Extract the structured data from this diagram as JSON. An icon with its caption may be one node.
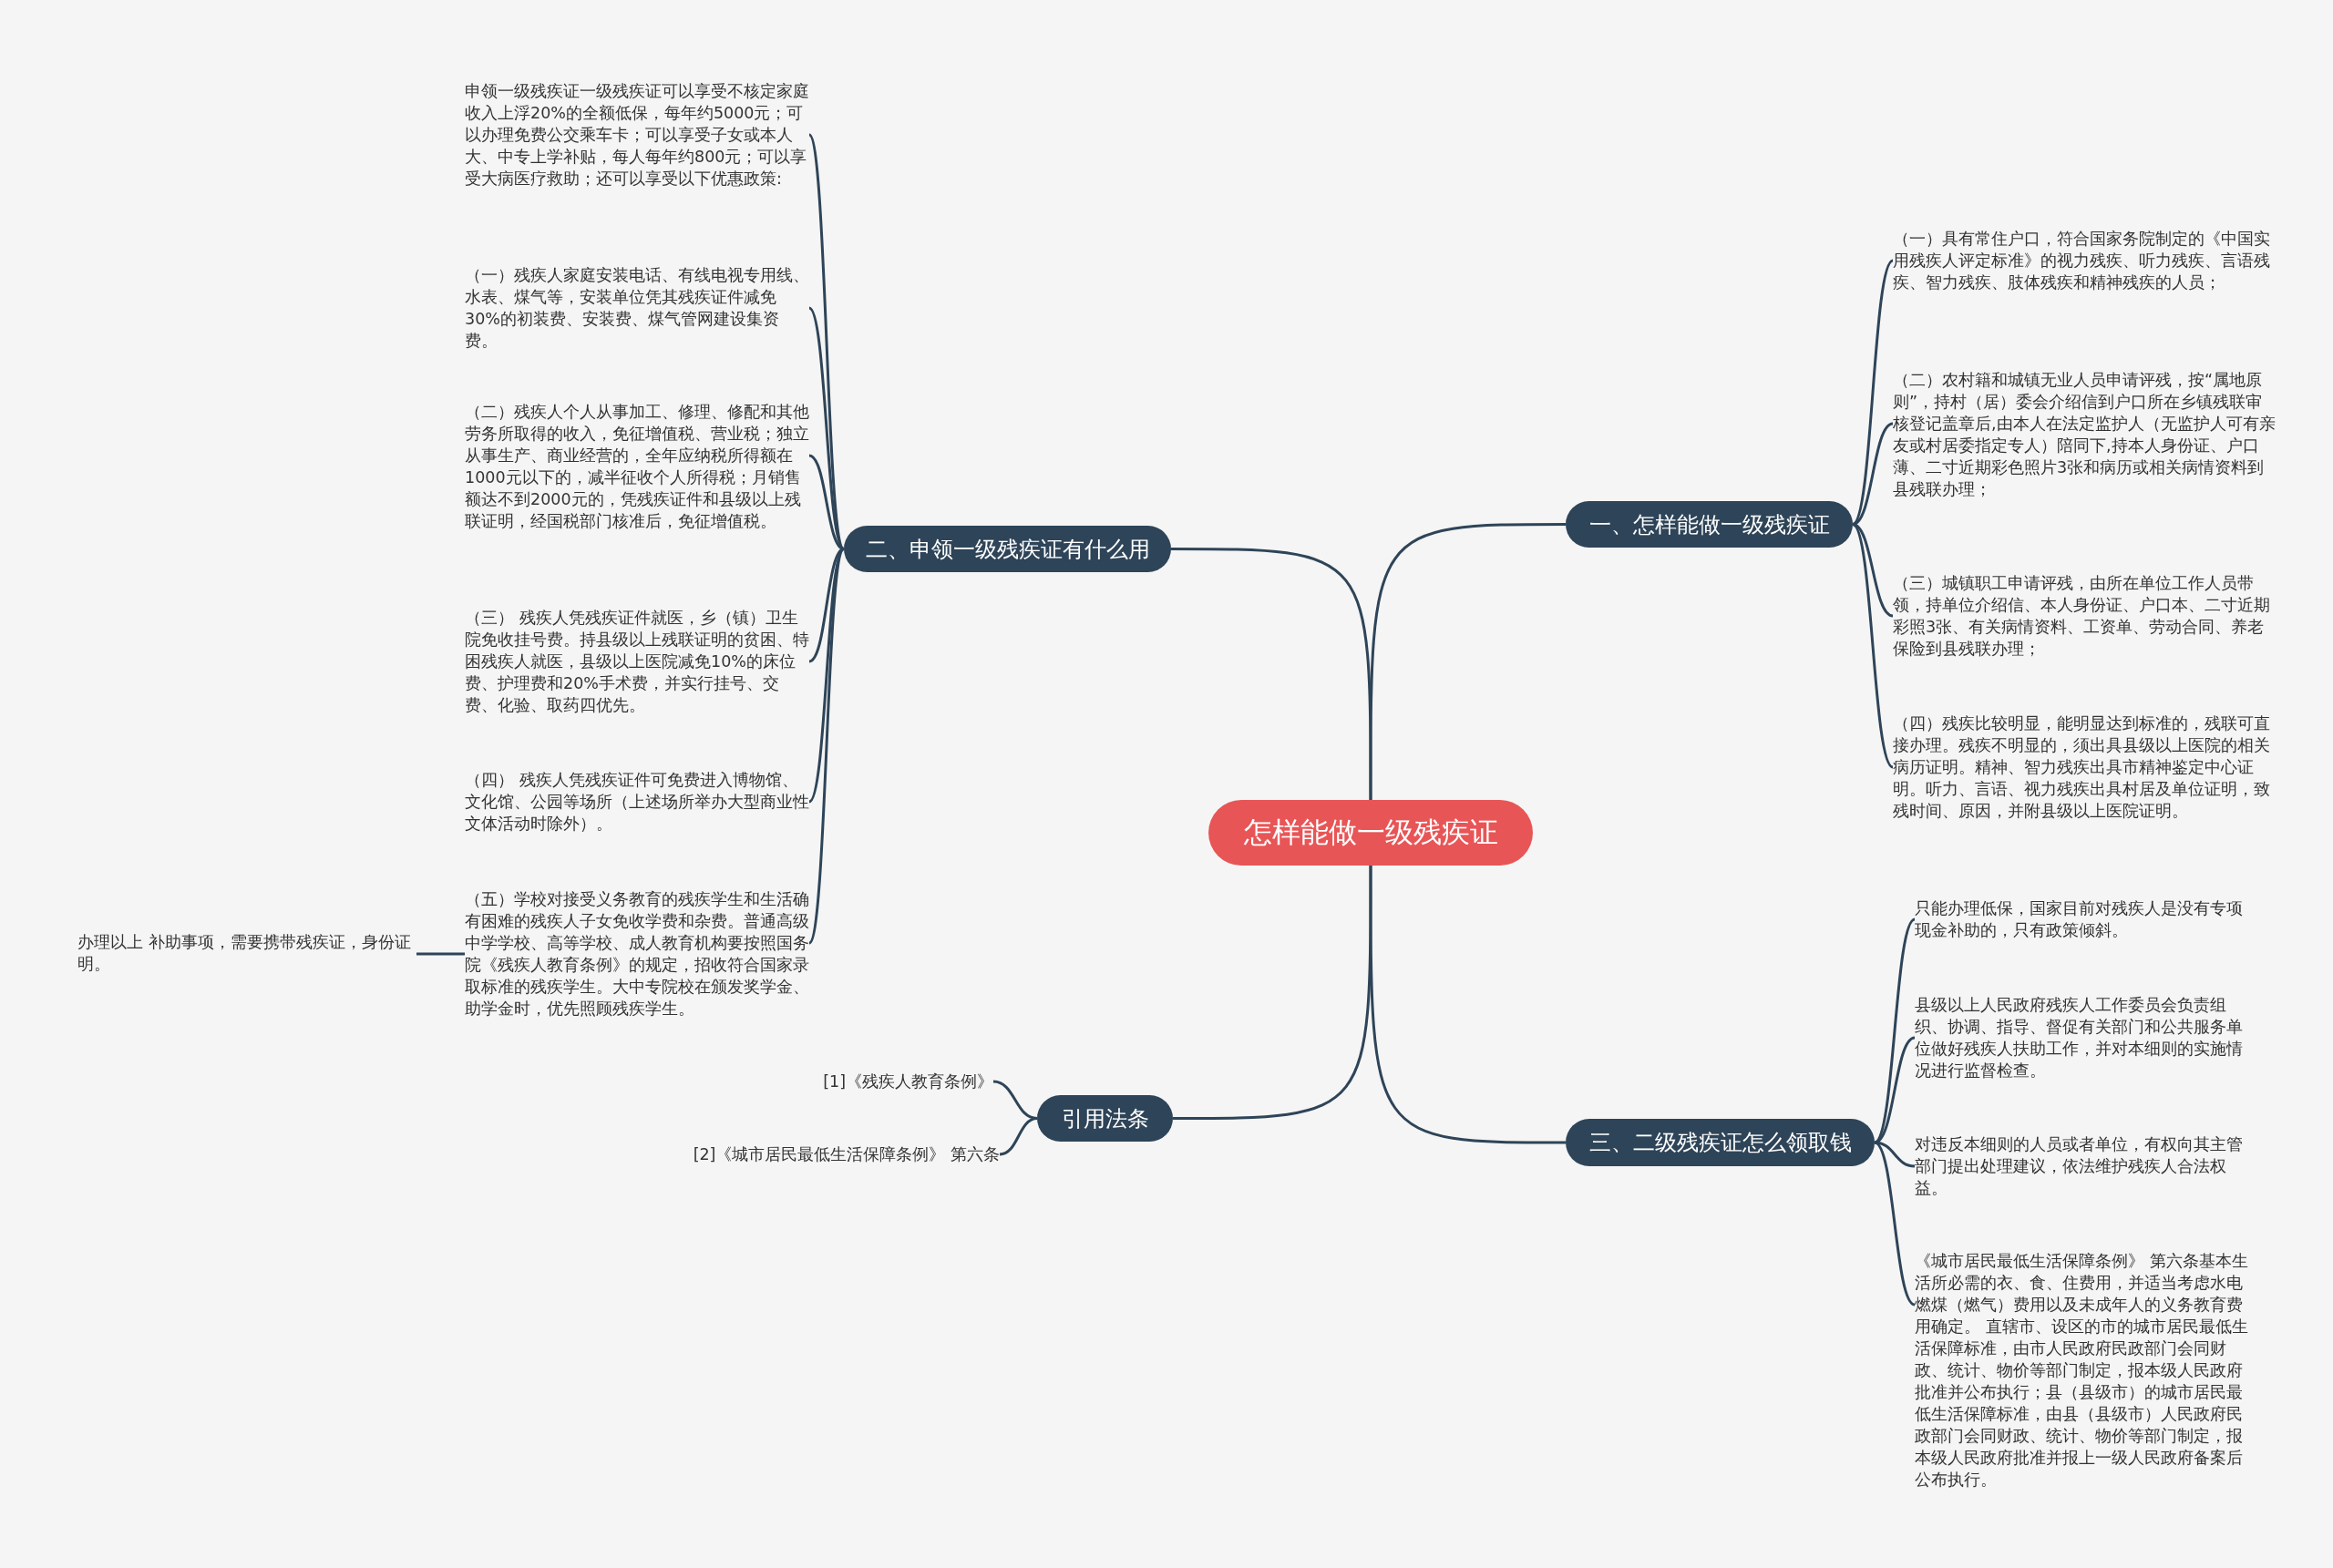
{
  "diagram": {
    "nodes": [
      {
        "text": [
          "怎样能做一级残疾证"
        ]
      },
      {
        "text": [
          "二、申领一级残疾证有什么用"
        ]
      },
      {
        "text": [
          "申领一级残疾证一级残疾证可以享受不核定家庭收入上浮20%的全额低保，每年约5000元；可以办理免费公交乘车卡；可以享受子女或本人大、中专上学补贴，每人每年约800元；可以享受大病医疗救助；还可以享受以下优惠政策:"
        ]
      },
      {
        "text": [
          "（一）残疾人家庭安装电话、有线电视专用线、水表、煤气等，安装单位凭其残疾证件减免30%的初装费、安装费、煤气管网建设集资费。"
        ]
      },
      {
        "text": [
          "（二）残疾人个人从事加工、修理、修配和其他劳务所取得的收入，免征增值税、营业税；独立从事生产、商业经营的，全年应纳税所得额在1000元以下的，减半征收个人所得税；月销售额达不到2000元的，凭残疾证件和县级以上残联证明，经国税部门核准后，免征增值税。"
        ]
      },
      {
        "text": [
          "（三） 残疾人凭残疾证件就医，乡（镇）卫生院免收挂号费。持县级以上残联证明的贫困、特困残疾人就医，县级以上医院减免10%的床位费、护理费和20%手术费，并实行挂号、交费、化验、取药四优先。"
        ]
      },
      {
        "text": [
          "（四） 残疾人凭残疾证件可免费进入博物馆、文化馆、公园等场所（上述场所举办大型商业性文体活动时除外）。"
        ]
      },
      {
        "text": [
          "（五）学校对接受义务教育的残疾学生和生活确有困难的残疾人子女免收学费和杂费。普通高级中学学校、高等学校、成人教育机构要按照国务院《残疾人教育条例》的规定，招收符合国家录取标准的残疾学生。大中专院校在颁发奖学金、助学金时，优先照顾残疾学生。"
        ]
      },
      {
        "text": [
          "办理以上 补助事项，需要携带残疾证，身份证明。"
        ]
      },
      {
        "text": [
          "引用法条"
        ]
      },
      {
        "text": [
          "[1]《残疾人教育条例》"
        ]
      },
      {
        "text": [
          "[2]《城市居民最低生活保障条例》 第六条"
        ]
      },
      {
        "text": [
          "一、怎样能做一级残疾证"
        ]
      },
      {
        "text": [
          "（一）具有常住户口，符合国家务院制定的《中国实用残疾人评定标准》的视力残疾、听力残疾、言语残疾、智力残疾、肢体残疾和精神残疾的人员；"
        ]
      },
      {
        "text": [
          "（二）农村籍和城镇无业人员申请评残，按“属地原则”，持村（居）委会介绍信到户口所在乡镇残联审核登记盖章后,由本人在法定监护人（无监护人可有亲友或村居委指定专人）陪同下,持本人身份证、户口薄、二寸近期彩色照片3张和病历或相关病情资料到县残联办理；"
        ]
      },
      {
        "text": [
          "（三）城镇职工申请评残，由所在单位工作人员带领，持单位介绍信、本人身份证、户口本、二寸近期彩照3张、有关病情资料、工资单、劳动合同、养老保险到县残联办理；"
        ]
      },
      {
        "text": [
          "（四）残疾比较明显，能明显达到标准的，残联可直接办理。残疾不明显的，须出具县级以上医院的相关病历证明。精神、智力残疾出具市精神鉴定中心证明。听力、言语、视力残疾出具村居及单位证明，致残时间、原因，并附县级以上医院证明。"
        ]
      },
      {
        "text": [
          "三、二级残疾证怎么领取钱"
        ]
      },
      {
        "text": [
          "只能办理低保，国家目前对残疾人是没有专项现金补助的，只有政策倾斜。"
        ]
      },
      {
        "text": [
          "县级以上人民政府残疾人工作委员会负责组织、协调、指导、督促有关部门和公共服务单位做好残疾人扶助工作，并对本细则的实施情况进行监督检查。"
        ]
      },
      {
        "text": [
          "对违反本细则的人员或者单位，有权向其主管部门提出处理建议，依法维护残疾人合法权益。"
        ]
      },
      {
        "text": [
          "《城市居民最低生活保障条例》 第六条基本生活所必需的衣、食、住费用，并适当考虑水电燃煤（燃气）费用以及未成年人的义务教育费用确定。 直辖市、设区的市的城市居民最低生活保障标准，由市人民政府民政部门会同财政、统计、物价等部门制定，报本级人民政府批准并公布执行；县（县级市）的城市居民最低生活保障标准，由县（县级市）人民政府民政部门会同财政、统计、物价等部门制定，报本级人民政府批准并报上一级人民政府备案后公布执行。"
        ]
      }
    ],
    "edges": [
      {
        "from": 0,
        "to": 1,
        "arrow": "none"
      },
      {
        "from": 1,
        "to": 2,
        "arrow": "none"
      },
      {
        "from": 1,
        "to": 3,
        "arrow": "none"
      },
      {
        "from": 1,
        "to": 4,
        "arrow": "none"
      },
      {
        "from": 1,
        "to": 5,
        "arrow": "none"
      },
      {
        "from": 1,
        "to": 6,
        "arrow": "none"
      },
      {
        "from": 1,
        "to": 7,
        "arrow": "none"
      },
      {
        "from": 7,
        "to": 8,
        "arrow": "none"
      },
      {
        "from": 0,
        "to": 9,
        "arrow": "none"
      },
      {
        "from": 9,
        "to": 10,
        "arrow": "none"
      },
      {
        "from": 9,
        "to": 11,
        "arrow": "none"
      },
      {
        "from": 0,
        "to": 12,
        "arrow": "none"
      },
      {
        "from": 12,
        "to": 13,
        "arrow": "none"
      },
      {
        "from": 12,
        "to": 14,
        "arrow": "none"
      },
      {
        "from": 12,
        "to": 15,
        "arrow": "none"
      },
      {
        "from": 12,
        "to": 16,
        "arrow": "none"
      },
      {
        "from": 0,
        "to": 17,
        "arrow": "none"
      },
      {
        "from": 17,
        "to": 18,
        "arrow": "none"
      },
      {
        "from": 17,
        "to": 19,
        "arrow": "none"
      },
      {
        "from": 17,
        "to": 20,
        "arrow": "none"
      },
      {
        "from": 17,
        "to": 21,
        "arrow": "none"
      }
    ]
  }
}
